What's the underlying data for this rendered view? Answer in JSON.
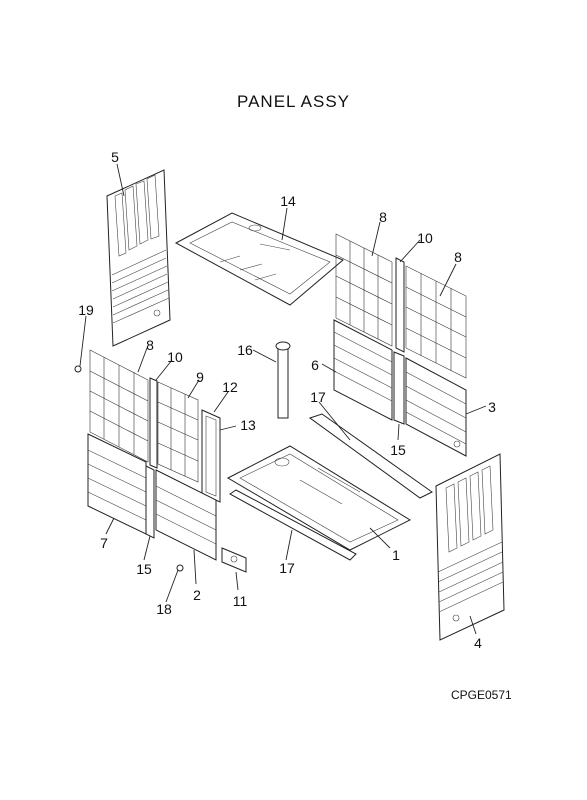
{
  "title": "PANEL ASSY",
  "drawing_code": "CPGE0571",
  "callouts": [
    "5",
    "14",
    "8",
    "10",
    "8",
    "19",
    "8",
    "10",
    "16",
    "9",
    "12",
    "6",
    "17",
    "13",
    "3",
    "15",
    "7",
    "15",
    "18",
    "2",
    "11",
    "17",
    "1",
    "4"
  ]
}
